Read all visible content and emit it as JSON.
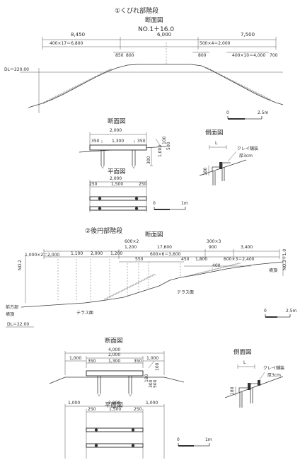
{
  "sec1": {
    "title": "①くびれ部階段",
    "view_label": "断面図",
    "station": "NO.1＋16.0",
    "dims": {
      "left_total": "8,450",
      "center": "6,000",
      "right_total": "7,500",
      "left_steps": "400×17＝6,800",
      "right_steps_a": "500×4＝2,000",
      "left_b1": "850",
      "left_b2": "800",
      "right_b1": "800",
      "right_steps_b": "400×10＝4,000",
      "right_b2": "700"
    },
    "dl": "DL＝220.00",
    "scale": "2.5m",
    "detail": {
      "section_label": "断面図",
      "width": "2,000",
      "d1": "350",
      "d2": "1,300",
      "d3": "350",
      "side_dims": [
        "100",
        "300",
        "1,000",
        "500"
      ],
      "plan_label": "平面図",
      "plan_width": "2,000",
      "p1": "250",
      "p2": "1,500",
      "p3": "250",
      "scale": "1m"
    },
    "side": {
      "label": "側面図",
      "L": "L",
      "note1": "クレイ舗装",
      "note2": "厚3cm",
      "dim": "180"
    }
  },
  "sec2": {
    "title": "②後円部階段",
    "view_label": "断面図",
    "dims": {
      "d_600x2": "600×2",
      "d_1200": "1,200",
      "d_17600": "17,600",
      "d_300x3": "300×3",
      "d_900": "900",
      "d_3400": "3,400",
      "d_1000x2": "1,000×2＝2,000",
      "d_1100": "1,100",
      "d_2000": "2,000",
      "d_1200b": "1,200",
      "d_550": "550",
      "d_600x6": "600×6＝3,600",
      "d_450": "450",
      "d_1800": "1,800",
      "d_600x3": "600×3＝2,400",
      "d_400": "400"
    },
    "no2": "NO.2",
    "no3": "NO.3＋1.0",
    "top_label": "墳頂",
    "terrace1": "テラス面",
    "terrace2": "テラス面",
    "front": "前方部",
    "front2": "墳頂",
    "dl": "DL＝22.00",
    "scale": "2.5m",
    "detail": {
      "section_label": "断面図",
      "w_total": "4,000",
      "w_mid": "2,000",
      "left": "1,000",
      "right": "1,000",
      "d1": "350",
      "d2": "1,300",
      "d3": "350",
      "side_dims": [
        "100",
        "180",
        "300",
        "500"
      ],
      "plan_label": "平面図",
      "plan_left": "1,000",
      "plan_mid": "2,000",
      "plan_right": "1,000",
      "p1": "250",
      "p2": "1,500",
      "p3": "250",
      "scale": "1m"
    },
    "side": {
      "label": "側面図",
      "L": "L",
      "note1": "クレイ舗装",
      "note2": "厚3cm",
      "dim": "180"
    }
  }
}
